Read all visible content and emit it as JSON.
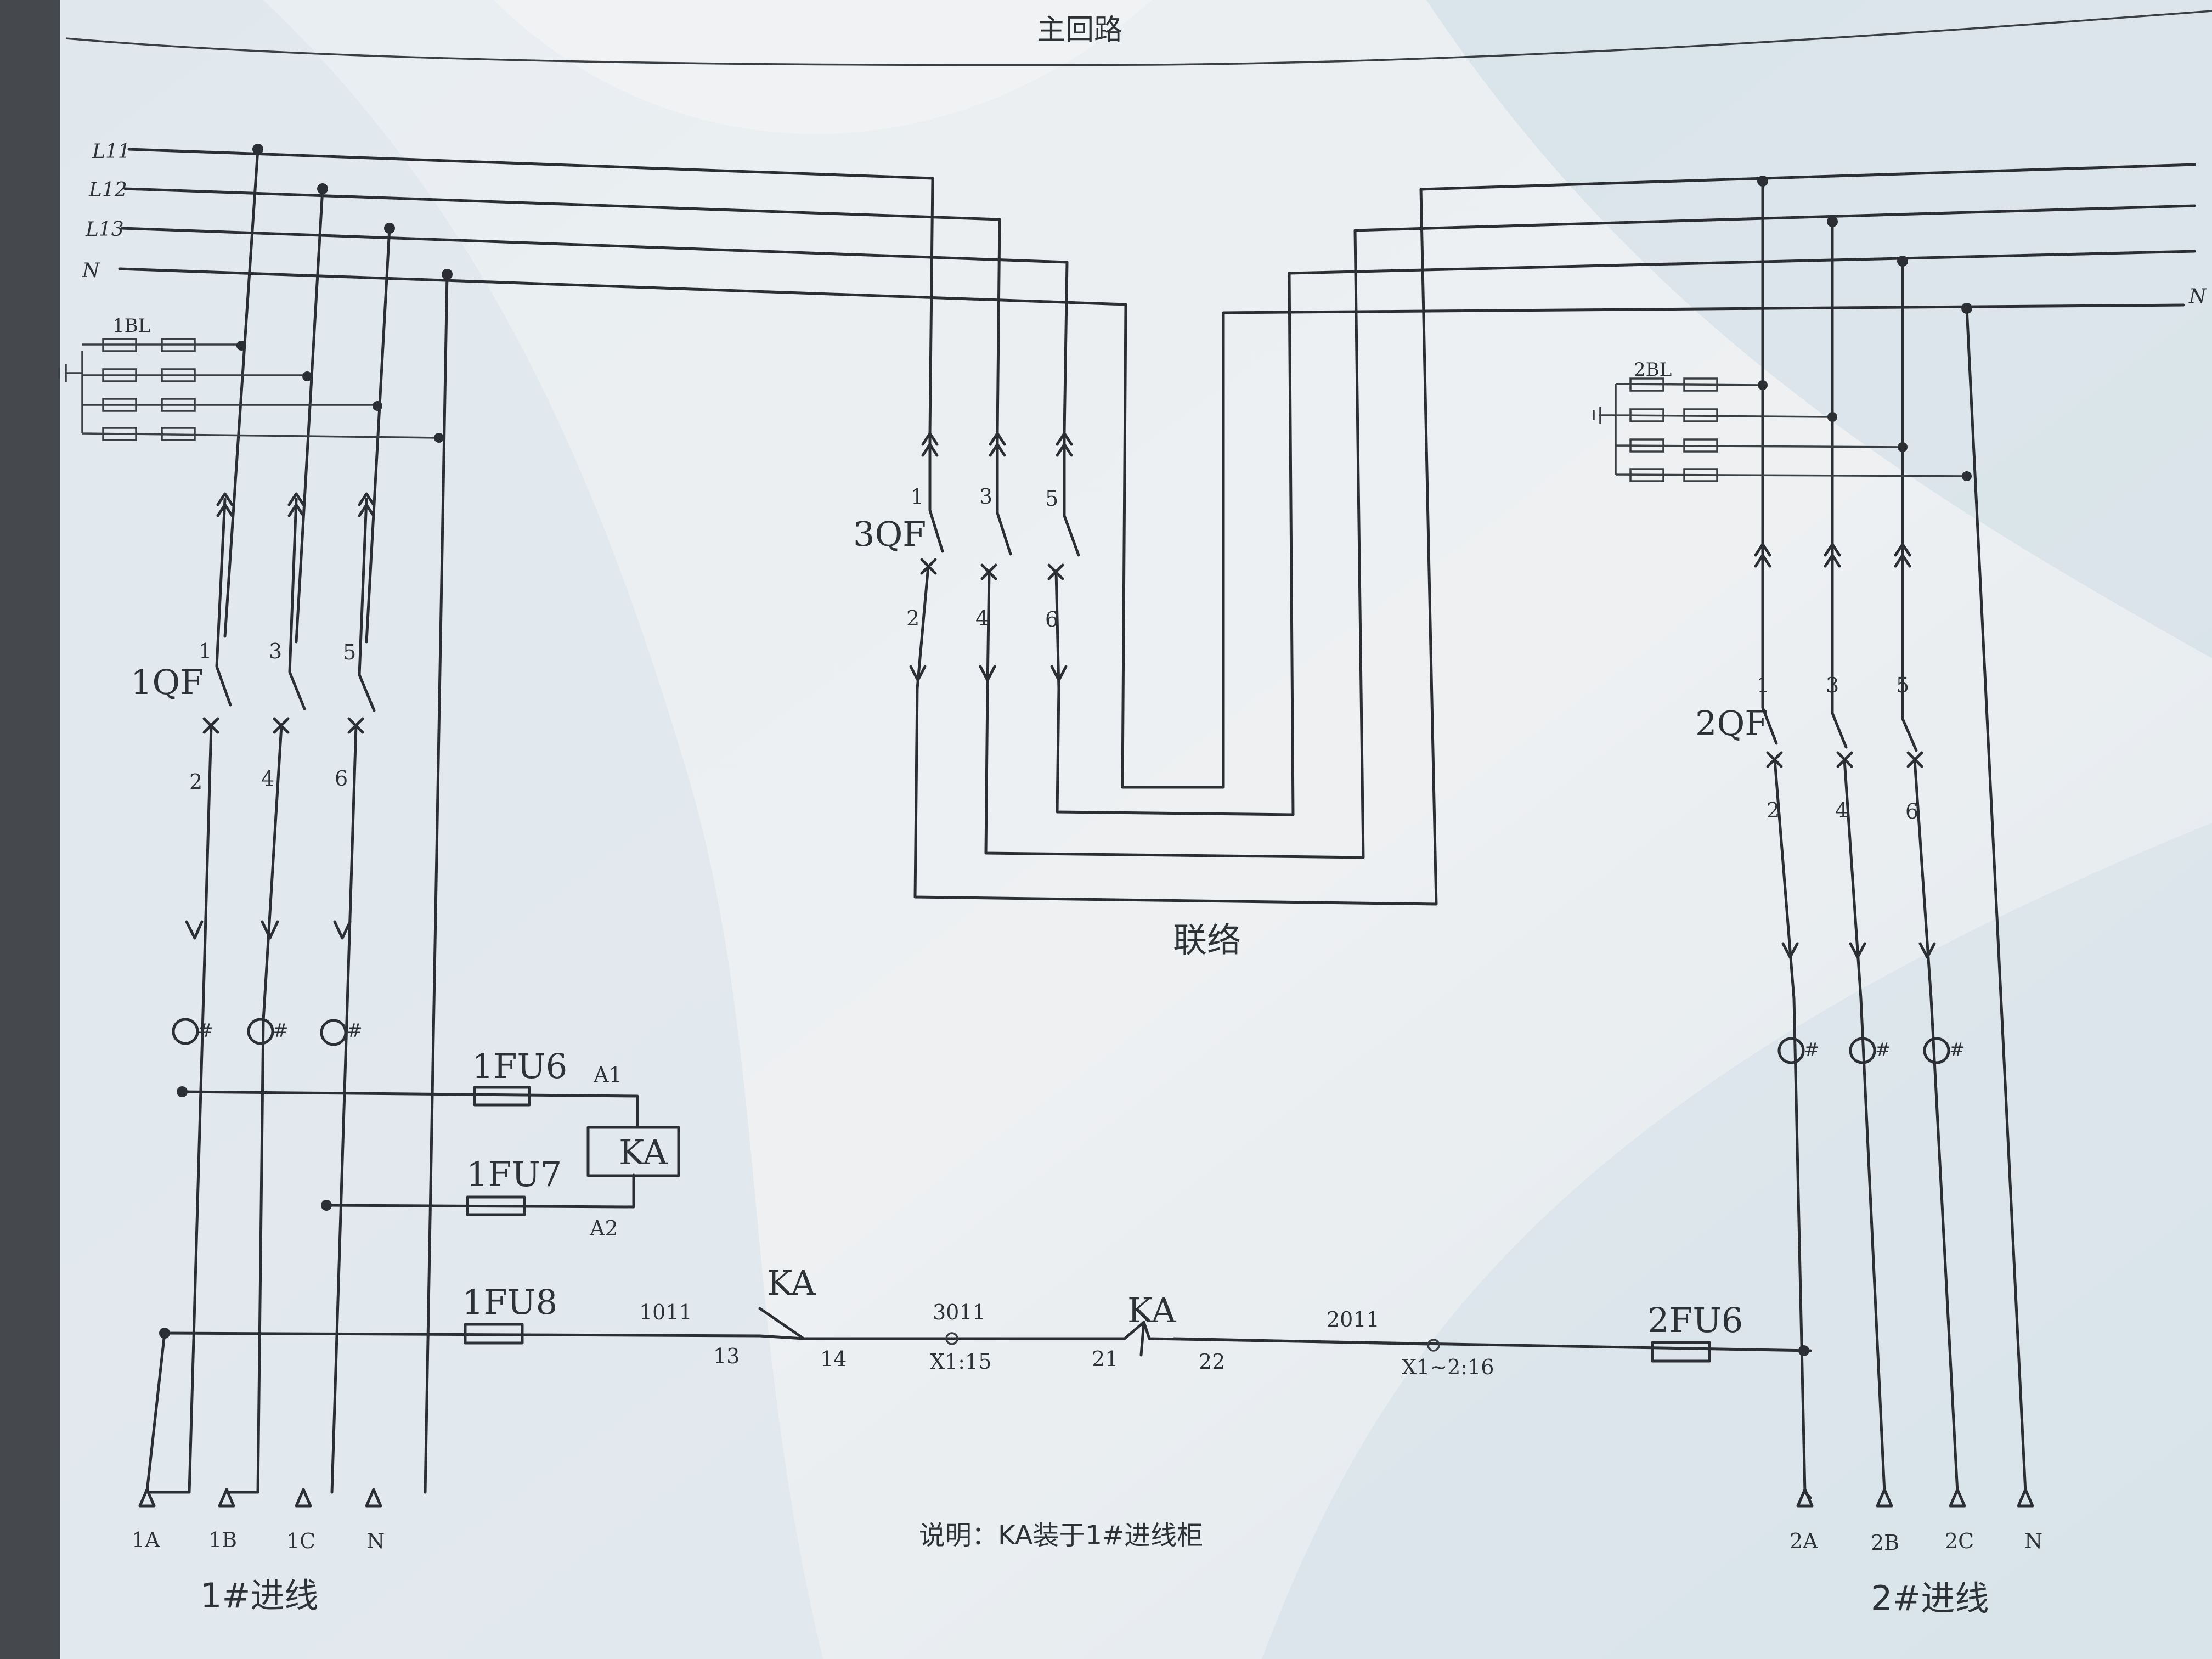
{
  "title": "主回路",
  "phase_lines": {
    "left": [
      "L11",
      "L12",
      "L13",
      "N"
    ],
    "right_n": "N"
  },
  "breakers": {
    "qf1": "1QF",
    "qf2": "2QF",
    "qf3": "3QF"
  },
  "surge": {
    "bl1": "1BL",
    "bl2": "2BL"
  },
  "terminals": {
    "top": [
      "1",
      "3",
      "5"
    ],
    "bottom": [
      "2",
      "4",
      "6"
    ]
  },
  "fuses": {
    "fu6": "1FU6",
    "fu7": "1FU7",
    "fu8": "1FU8",
    "fu2_6": "2FU6"
  },
  "relay": {
    "label": "KA",
    "a1": "A1",
    "a2": "A2",
    "contact1": "KA",
    "contact2": "KA"
  },
  "ct_mark": "#",
  "wire_numbers": {
    "w1011": "1011",
    "w3011": "3011",
    "w2011": "2011",
    "c13": "13",
    "c14": "14",
    "c21": "21",
    "c22": "22",
    "x115": "X1:15",
    "x216": "X1~2:16"
  },
  "tie_label": "联络",
  "outputs_left": [
    "1A",
    "1B",
    "1C",
    "N"
  ],
  "outputs_right": [
    "2A",
    "2B",
    "2C",
    "N"
  ],
  "incoming_left": "1#进线",
  "incoming_right": "2#进线",
  "note": "说明：KA装于1#进线柜"
}
